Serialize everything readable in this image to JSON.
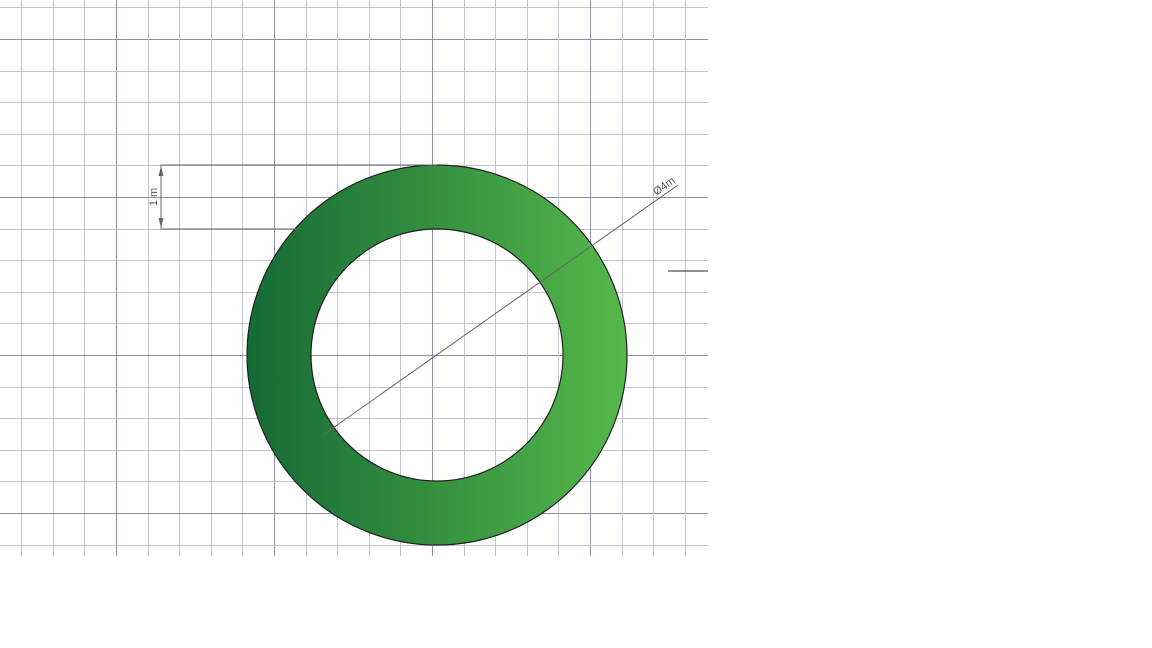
{
  "drawing": {
    "shape": "annulus",
    "fill_gradient": [
      "#146a35",
      "#56b84a"
    ],
    "outline_color": "#222222",
    "grid_minor_color": "#c4c4cc",
    "grid_major_color": "#8e8ea6",
    "dimension_color": "#666666"
  },
  "dimensions": {
    "thickness_label": "1 m",
    "diameter_label": "Ø4m"
  }
}
